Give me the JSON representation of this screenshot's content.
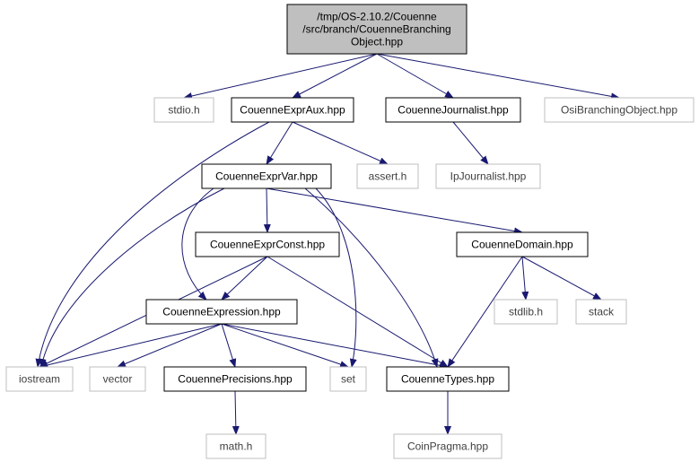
{
  "colors": {
    "edge": "#191970",
    "root_fill": "#bfbfbf",
    "documented_border": "#000000",
    "external_border": "#bfbfbf",
    "text": "#000000"
  },
  "nodes": [
    {
      "id": "root",
      "lines": [
        "/tmp/OS-2.10.2/Couenne",
        "/src/branch/CouenneBranching",
        "Object.hpp"
      ],
      "kind": "root"
    },
    {
      "id": "stdio",
      "lines": [
        "stdio.h"
      ],
      "kind": "external"
    },
    {
      "id": "exprAux",
      "lines": [
        "CouenneExprAux.hpp"
      ],
      "kind": "documented"
    },
    {
      "id": "journalist",
      "lines": [
        "CouenneJournalist.hpp"
      ],
      "kind": "documented"
    },
    {
      "id": "osiBranching",
      "lines": [
        "OsiBranchingObject.hpp"
      ],
      "kind": "external"
    },
    {
      "id": "exprVar",
      "lines": [
        "CouenneExprVar.hpp"
      ],
      "kind": "documented"
    },
    {
      "id": "assert",
      "lines": [
        "assert.h"
      ],
      "kind": "external"
    },
    {
      "id": "ipJournalist",
      "lines": [
        "IpJournalist.hpp"
      ],
      "kind": "external"
    },
    {
      "id": "exprConst",
      "lines": [
        "CouenneExprConst.hpp"
      ],
      "kind": "documented"
    },
    {
      "id": "domain",
      "lines": [
        "CouenneDomain.hpp"
      ],
      "kind": "documented"
    },
    {
      "id": "expression",
      "lines": [
        "CouenneExpression.hpp"
      ],
      "kind": "documented"
    },
    {
      "id": "stdlib",
      "lines": [
        "stdlib.h"
      ],
      "kind": "external"
    },
    {
      "id": "stack",
      "lines": [
        "stack"
      ],
      "kind": "external"
    },
    {
      "id": "iostream",
      "lines": [
        "iostream"
      ],
      "kind": "external"
    },
    {
      "id": "vector",
      "lines": [
        "vector"
      ],
      "kind": "external"
    },
    {
      "id": "precisions",
      "lines": [
        "CouennePrecisions.hpp"
      ],
      "kind": "documented"
    },
    {
      "id": "set",
      "lines": [
        "set"
      ],
      "kind": "external"
    },
    {
      "id": "types",
      "lines": [
        "CouenneTypes.hpp"
      ],
      "kind": "documented"
    },
    {
      "id": "math",
      "lines": [
        "math.h"
      ],
      "kind": "external"
    },
    {
      "id": "coinPragma",
      "lines": [
        "CoinPragma.hpp"
      ],
      "kind": "external"
    }
  ],
  "edges": [
    {
      "from": "root",
      "to": "stdio"
    },
    {
      "from": "root",
      "to": "exprAux"
    },
    {
      "from": "root",
      "to": "journalist"
    },
    {
      "from": "root",
      "to": "osiBranching"
    },
    {
      "from": "exprAux",
      "to": "iostream"
    },
    {
      "from": "exprAux",
      "to": "exprVar"
    },
    {
      "from": "exprAux",
      "to": "assert"
    },
    {
      "from": "journalist",
      "to": "ipJournalist"
    },
    {
      "from": "exprVar",
      "to": "iostream"
    },
    {
      "from": "exprVar",
      "to": "exprConst"
    },
    {
      "from": "exprVar",
      "to": "expression"
    },
    {
      "from": "exprVar",
      "to": "set"
    },
    {
      "from": "exprVar",
      "to": "types"
    },
    {
      "from": "exprVar",
      "to": "domain"
    },
    {
      "from": "exprConst",
      "to": "iostream"
    },
    {
      "from": "exprConst",
      "to": "expression"
    },
    {
      "from": "exprConst",
      "to": "types"
    },
    {
      "from": "domain",
      "to": "types"
    },
    {
      "from": "domain",
      "to": "stdlib"
    },
    {
      "from": "domain",
      "to": "stack"
    },
    {
      "from": "expression",
      "to": "iostream"
    },
    {
      "from": "expression",
      "to": "vector"
    },
    {
      "from": "expression",
      "to": "precisions"
    },
    {
      "from": "expression",
      "to": "set"
    },
    {
      "from": "expression",
      "to": "types"
    },
    {
      "from": "precisions",
      "to": "math"
    },
    {
      "from": "types",
      "to": "coinPragma"
    }
  ]
}
